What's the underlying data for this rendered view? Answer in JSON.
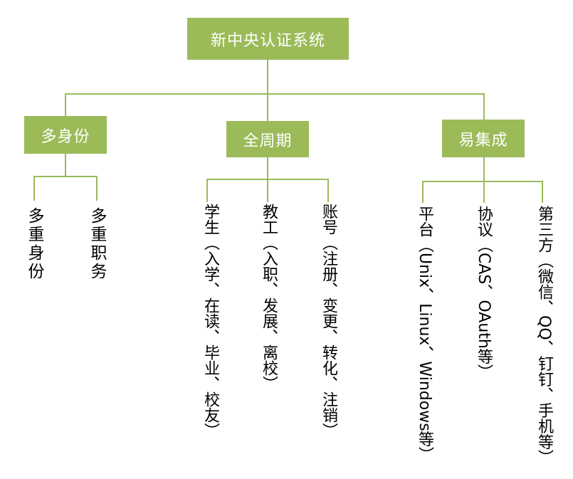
{
  "title": "新中央认证系统",
  "branches": [
    {
      "label": "多身份",
      "children": [
        "多重身份",
        "多重职务"
      ]
    },
    {
      "label": "全周期",
      "children": [
        "学生（入学、在读、毕业、校友）",
        "教工（入职、发展、离校）",
        "账号（注册、变更、转化、注销）"
      ]
    },
    {
      "label": "易集成",
      "children": [
        "平台（Unix、Linux、Windows等）",
        "协议（CAS、OAuth等）",
        "第三方（微信、QQ、钉钉、手机等）"
      ]
    }
  ],
  "colors": {
    "box": "#9BBB59",
    "line": "#9BBB59",
    "box_text": "#FFFFFF",
    "text": "#000000"
  }
}
